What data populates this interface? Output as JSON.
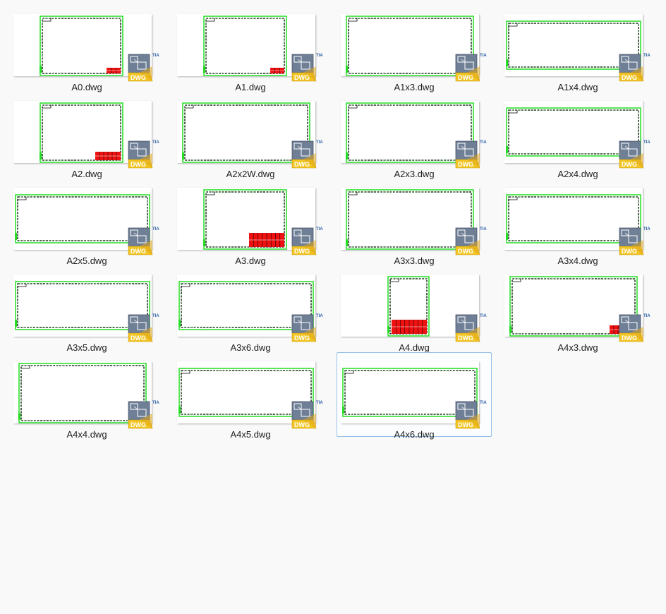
{
  "files": [
    {
      "name": "A0.dwg",
      "sheet": "portrait-wide",
      "titleblock": "small"
    },
    {
      "name": "A1.dwg",
      "sheet": "portrait-wide",
      "titleblock": "small"
    },
    {
      "name": "A1x3.dwg",
      "sheet": "wide",
      "titleblock": "none"
    },
    {
      "name": "A1x4.dwg",
      "sheet": "extra-wide",
      "titleblock": "none"
    },
    {
      "name": "A2.dwg",
      "sheet": "portrait-wide",
      "titleblock": "medium"
    },
    {
      "name": "A2x2W.dwg",
      "sheet": "wide",
      "titleblock": "small"
    },
    {
      "name": "A2x3.dwg",
      "sheet": "wide",
      "titleblock": "none"
    },
    {
      "name": "A2x4.dwg",
      "sheet": "extra-wide",
      "titleblock": "none"
    },
    {
      "name": "A2x5.dwg",
      "sheet": "extra-wide",
      "titleblock": "none"
    },
    {
      "name": "A3.dwg",
      "sheet": "portrait-wide",
      "titleblock": "large"
    },
    {
      "name": "A3x3.dwg",
      "sheet": "wide",
      "titleblock": "small"
    },
    {
      "name": "A3x4.dwg",
      "sheet": "extra-wide",
      "titleblock": "small"
    },
    {
      "name": "A3x5.dwg",
      "sheet": "extra-wide",
      "titleblock": "none"
    },
    {
      "name": "A3x6.dwg",
      "sheet": "extra-wide",
      "titleblock": "none"
    },
    {
      "name": "A4.dwg",
      "sheet": "portrait",
      "titleblock": "large"
    },
    {
      "name": "A4x3.dwg",
      "sheet": "wide",
      "titleblock": "medium"
    },
    {
      "name": "A4x4.dwg",
      "sheet": "wide",
      "titleblock": "small"
    },
    {
      "name": "A4x5.dwg",
      "sheet": "extra-wide",
      "titleblock": "small"
    },
    {
      "name": "A4x6.dwg",
      "sheet": "extra-wide",
      "titleblock": "none",
      "selected": true
    }
  ],
  "icon": {
    "badge_text": "DWG",
    "side_text": "TIA"
  },
  "colors": {
    "frame_green": "#22dd22",
    "frame_black": "#000000",
    "titleblock_red": "#ee1111",
    "badge_yellow": "#f2c523",
    "badge_gray": "#6f7f96"
  }
}
